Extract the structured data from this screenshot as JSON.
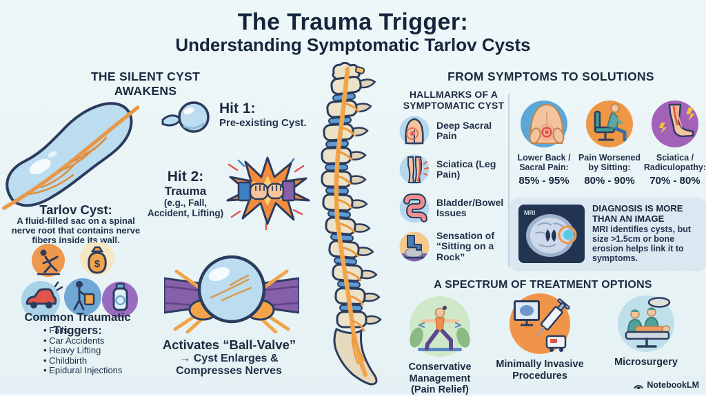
{
  "page": {
    "background": "#eaf4f6",
    "ink": "#1b2a3f",
    "accent_orange": "#f0974e",
    "accent_blue": "#a9d2e8",
    "accent_purple": "#9a6cc0",
    "accent_red": "#e2574d"
  },
  "header": {
    "title": "The Trauma Trigger:",
    "subtitle": "Understanding Symptomatic Tarlov Cysts"
  },
  "silent_cyst": {
    "heading": "THE SILENT CYST AWAKENS",
    "tarlov_label": "Tarlov Cyst:",
    "tarlov_description": "A fluid-filled sac on a spinal nerve root that contains nerve fibers inside its wall.",
    "hit1_label": "Hit 1:",
    "hit1_text": "Pre-existing Cyst.",
    "hit2_label": "Hit 2:",
    "hit2_text": "Trauma",
    "hit2_detail": "(e.g., Fall, Accident, Lifting)",
    "money_symbol": "$",
    "trigger_icons": [
      "falling-person-icon",
      "money-bag-icon",
      "car-accident-icon",
      "lifting-person-icon",
      "injection-vial-icon"
    ],
    "triggers_heading": "Common Traumatic Triggers:",
    "triggers": [
      "Falls",
      "Car Accidents",
      "Heavy Lifting",
      "Childbirth",
      "Epidural Injections"
    ],
    "ball_valve_title": "Activates “Ball-Valve”",
    "ball_valve_text": "→ Cyst Enlarges & Compresses Nerves"
  },
  "hallmarks": {
    "heading": "HALLMARKS OF A SYMPTOMATIC CYST",
    "items": [
      {
        "label": "Deep Sacral Pain",
        "icon": "sacral-pain-icon"
      },
      {
        "label": "Sciatica (Leg Pain)",
        "icon": "sciatica-leg-icon"
      },
      {
        "label": "Bladder/Bowel Issues",
        "icon": "bowel-icon"
      },
      {
        "label": "Sensation of “Sitting on a Rock”",
        "icon": "sitting-on-rock-icon"
      }
    ]
  },
  "symptoms": {
    "heading": "FROM SYMPTOMS TO SOLUTIONS",
    "stats": [
      {
        "label": "Lower Back / Sacral Pain:",
        "value": "85% - 95%",
        "icon": "lower-back-pain-icon"
      },
      {
        "label": "Pain Worsened by Sitting:",
        "value": "80% - 90%",
        "icon": "sitting-pain-icon"
      },
      {
        "label": "Sciatica / Radiculopathy:",
        "value": "70% - 80%",
        "icon": "leg-radiculopathy-icon"
      }
    ]
  },
  "diagnosis": {
    "mri_label": "MRI",
    "heading": "DIAGNOSIS IS MORE THAN AN IMAGE",
    "body": "MRI identifies cysts, but size >1.5cm or bone erosion helps link it to symptoms."
  },
  "treatments": {
    "heading": "A SPECTRUM OF TREATMENT OPTIONS",
    "items": [
      {
        "label": "Conservative Management (Pain Relief)",
        "icon": "yoga-pose-icon"
      },
      {
        "label": "Minimally Invasive Procedures",
        "icon": "syringe-monitor-icon"
      },
      {
        "label": "Microsurgery",
        "icon": "operating-room-icon"
      }
    ]
  },
  "footer": {
    "brand": "NotebookLM",
    "icon": "notebooklm-logo-icon"
  }
}
